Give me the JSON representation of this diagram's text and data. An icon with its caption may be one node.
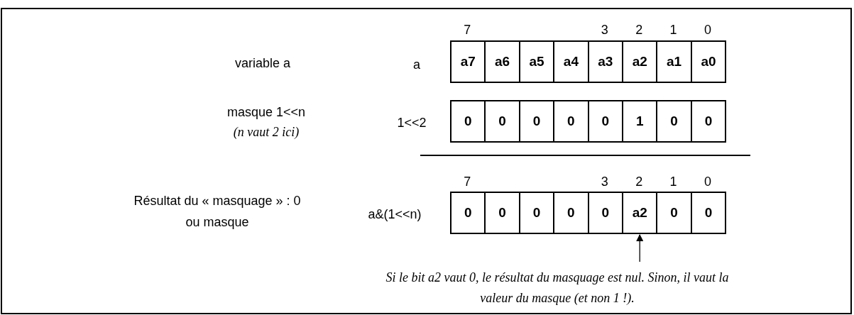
{
  "diagram": {
    "nodes": [
      {
        "text": [
          "a7"
        ]
      },
      {
        "text": [
          "a6"
        ]
      },
      {
        "text": [
          "a5"
        ]
      },
      {
        "text": [
          "a4"
        ]
      },
      {
        "text": [
          "a3"
        ]
      },
      {
        "text": [
          "a2"
        ]
      },
      {
        "text": [
          "a1"
        ]
      },
      {
        "text": [
          "a0"
        ]
      },
      {
        "text": [
          "0"
        ]
      },
      {
        "text": [
          "0"
        ]
      },
      {
        "text": [
          "0"
        ]
      },
      {
        "text": [
          "0"
        ]
      },
      {
        "text": [
          "0"
        ]
      },
      {
        "text": [
          "1"
        ]
      },
      {
        "text": [
          "0"
        ]
      },
      {
        "text": [
          "0"
        ]
      },
      {
        "text": [
          "0"
        ]
      },
      {
        "text": [
          "0"
        ]
      },
      {
        "text": [
          "0"
        ]
      },
      {
        "text": [
          "0"
        ]
      },
      {
        "text": [
          "0"
        ]
      },
      {
        "text": [
          "a2"
        ]
      },
      {
        "text": [
          "0"
        ]
      },
      {
        "text": [
          "0"
        ]
      },
      {
        "text": [
          "Si le bit a2 vaut 0, le résultat du masquage est nul. Sinon, il vaut la valeur du masque (et non 1 !)."
        ]
      }
    ],
    "edges": [
      {
        "from": 24,
        "to": 21,
        "arrow": "to"
      }
    ],
    "labels": [
      "7",
      "3",
      "2",
      "1",
      "0",
      "variable a",
      "a",
      "masque 1<<n",
      "(n vaut 2 ici)",
      "1<<2",
      "7",
      "3",
      "2",
      "1",
      "0",
      "Résultat du « masquage » : 0 ou masque",
      "a&(1<<n)"
    ]
  }
}
